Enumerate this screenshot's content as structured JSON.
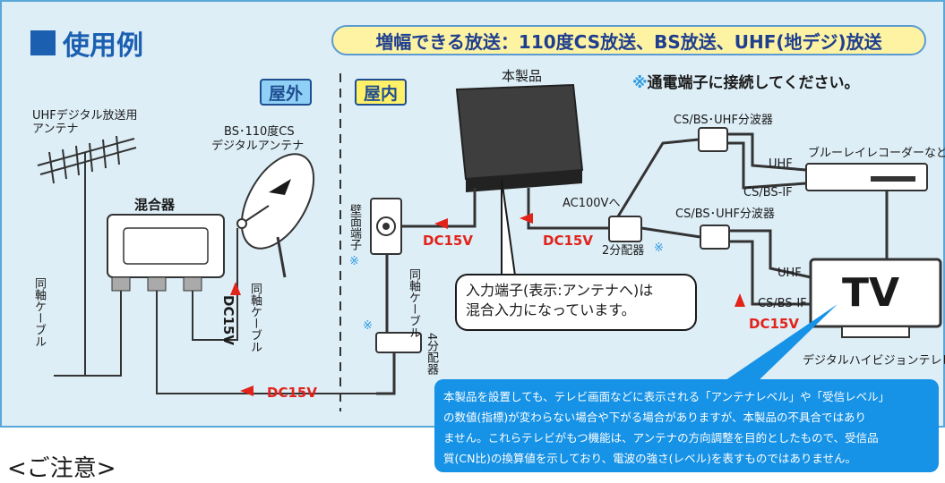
{
  "header": {
    "title": "使用例",
    "banner": "増幅できる放送：110度CS放送、BS放送、UHF(地デジ)放送"
  },
  "notice_top": {
    "star": "※",
    "text": "通電端子に接続してください。"
  },
  "badges": {
    "outdoor": "屋外",
    "indoor": "屋内"
  },
  "labels": {
    "uhf_antenna_line1": "UHFデジタル放送用",
    "uhf_antenna_line2": "アンテナ",
    "bs_antenna_line1": "BS･110度CS",
    "bs_antenna_line2": "デジタルアンテナ",
    "mixer": "混合器",
    "coax_left": "同軸ケーブル",
    "coax_mid": "同軸ケーブル",
    "coax_in": "同軸ケーブル",
    "dc_vert": "DC15V",
    "product": "本製品",
    "ac": "AC100Vへ",
    "wall_terminal": "壁面端子",
    "wall_star": "※",
    "dc_wall": "DC15V",
    "dc_product": "DC15V",
    "dc_bottom": "DC15V",
    "dc_tv": "DC15V",
    "splitter2": "2分配器",
    "splitter2_star": "※",
    "splitter4": "4分配器",
    "splitter4_star": "※",
    "separator1": "CS/BS･UHF分波器",
    "separator2": "CS/BS･UHF分波器",
    "bluray": "ブルーレイレコーダーなど",
    "uhf_1": "UHF",
    "csbs_1": "CS/BS-IF",
    "uhf_2": "UHF",
    "csbs_2": "CS/BS-IF",
    "tv": "TV",
    "tv_caption": "デジタルハイビジョンテレビ"
  },
  "callout": {
    "line1": "入力端子(表示:アンテナへ)は",
    "line2": "混合入力になっています。"
  },
  "note": {
    "line1": "本製品を設置しても、テレビ画面などに表示される「アンテナレベル」や「受信レベル」",
    "line2": "の数値(指標)が変わらない場合や下がる場合がありますが、本製品の不具合ではあり",
    "line3": "ません。これらテレビがもつ機能は、アンテナの方向調整を目的としたもので、受信品",
    "line4": "質(CN比)の換算値を示しており、電波の強さ(レベル)を表すものではありません。"
  },
  "caution": "<ご注意>",
  "colors": {
    "panel_bg": "#ddeef7",
    "title_blue": "#1b5fb1",
    "banner_bg": "#fdf3a3",
    "outdoor_badge": "#8fd0f6",
    "indoor_badge": "#fff067",
    "dc_red": "#e2231a",
    "note_bg": "#1692e6"
  }
}
